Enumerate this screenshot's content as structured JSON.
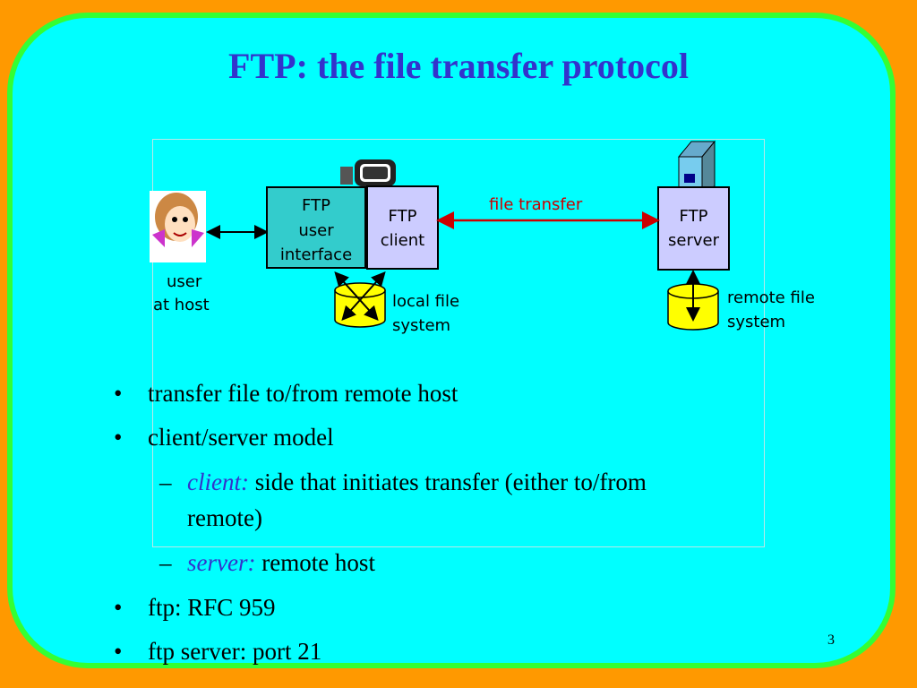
{
  "title": "FTP: the file transfer protocol",
  "diagram": {
    "user_label_1": "user",
    "user_label_2": "at host",
    "ui_box_1": "FTP",
    "ui_box_2": "user",
    "ui_box_3": "interface",
    "client_box_1": "FTP",
    "client_box_2": "client",
    "server_box_1": "FTP",
    "server_box_2": "server",
    "transfer_label": "file transfer",
    "local_fs_1": "local file",
    "local_fs_2": "system",
    "remote_fs_1": "remote file",
    "remote_fs_2": "system"
  },
  "bullets": {
    "b1": "transfer file to/from remote host",
    "b2": "client/server model",
    "b2a_term": "client:",
    "b2a_rest": " side that initiates transfer (either to/from",
    "b2a_cont": "remote)",
    "b2b_term": "server:",
    "b2b_rest": " remote host",
    "b3": "ftp: RFC 959",
    "b4": "ftp server: port 21",
    "bullet_mark": "•",
    "dash_mark": "–"
  },
  "page_number": "3",
  "colors": {
    "background": "#FF9900",
    "slide": "#00FFFF",
    "slide_border": "#33FF33",
    "title": "#3333CC",
    "ui_box": "#33CCCC",
    "client_box": "#CCCCFF",
    "transfer_arrow": "#CC0000",
    "disk": "#FFFF00"
  }
}
